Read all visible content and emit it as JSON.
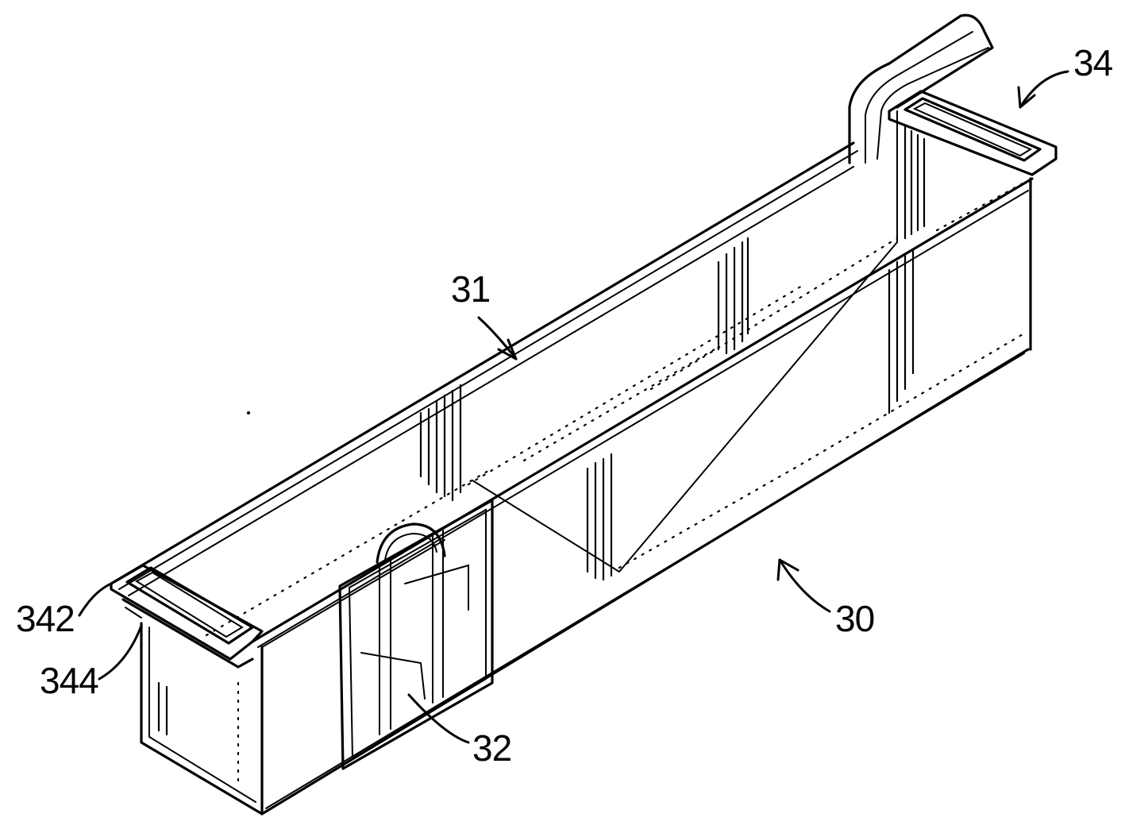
{
  "figure": {
    "labels": {
      "trough": "30",
      "inner_surface": "31",
      "window": "32",
      "bracket": "34",
      "flange": "342",
      "support": "344"
    },
    "colors": {
      "ink": "#000000",
      "paper": "#ffffff"
    }
  }
}
